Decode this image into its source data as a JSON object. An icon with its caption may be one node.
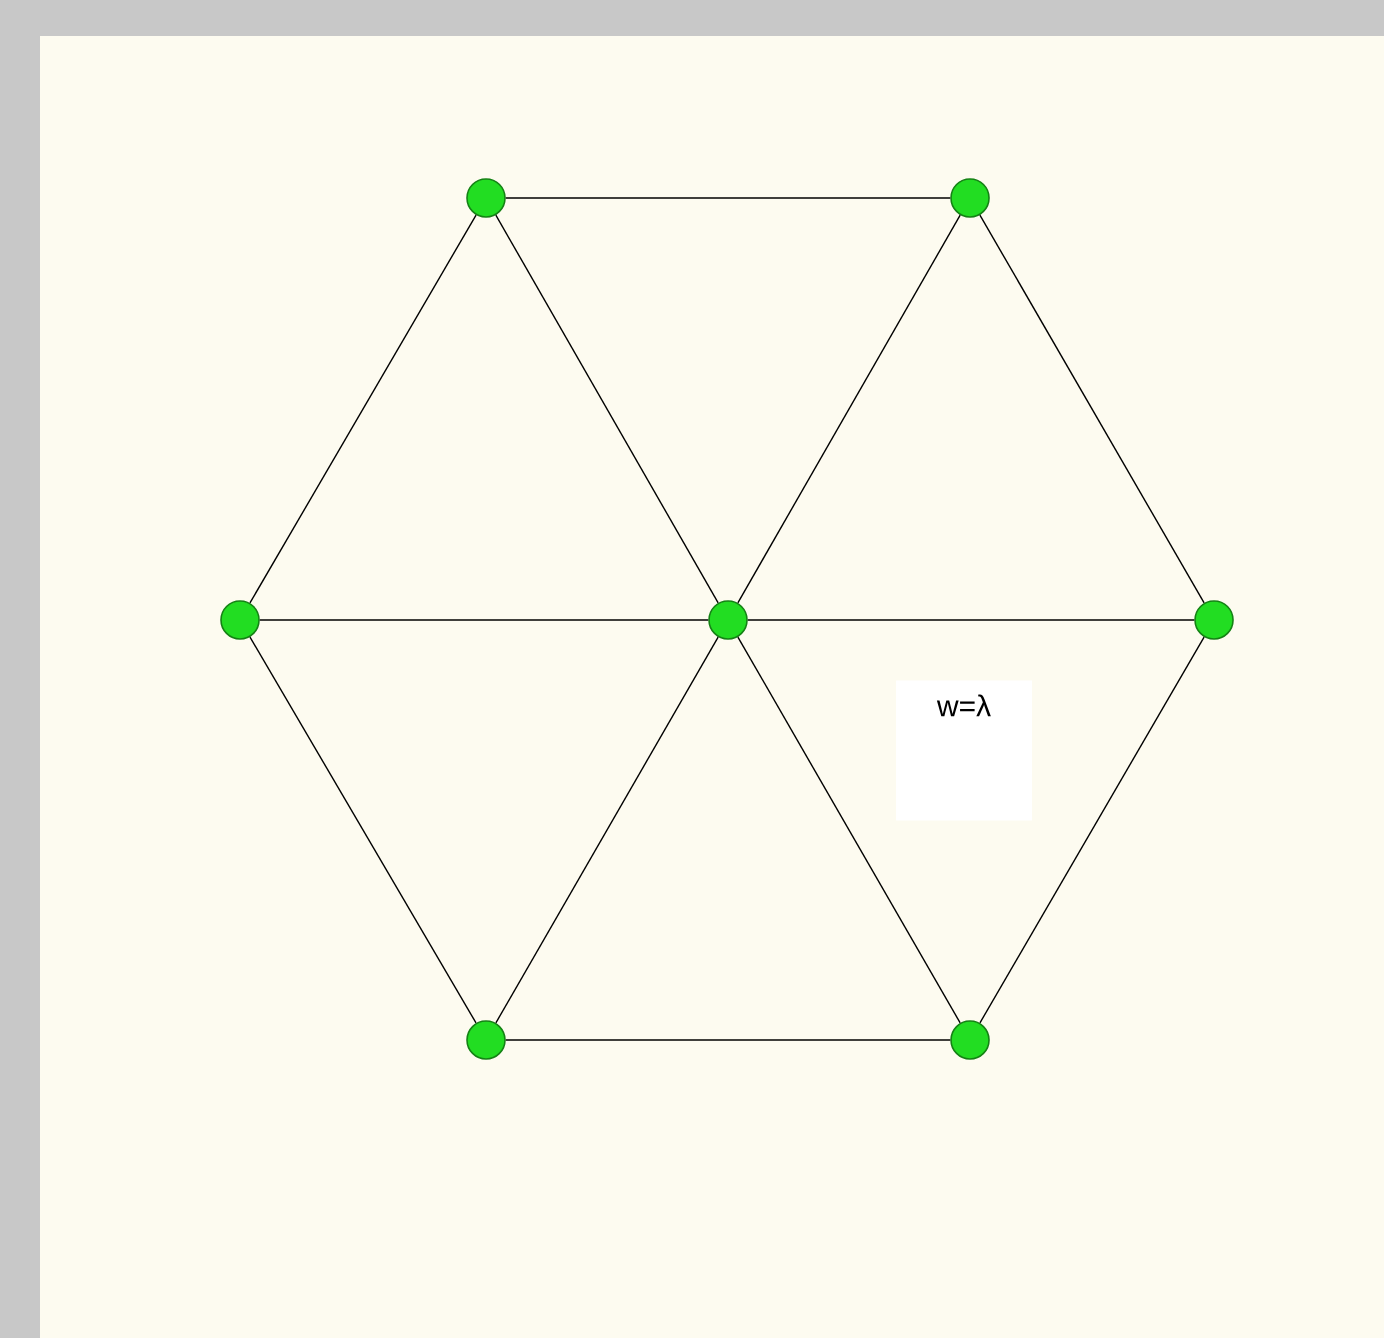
{
  "diagram": {
    "nodes": [
      {
        "text": [],
        "shape": "circle"
      },
      {
        "text": [],
        "shape": "circle"
      },
      {
        "text": [],
        "shape": "circle"
      },
      {
        "text": [],
        "shape": "circle"
      },
      {
        "text": [],
        "shape": "circle"
      },
      {
        "text": [],
        "shape": "circle"
      },
      {
        "text": [],
        "shape": "circle"
      }
    ],
    "edges": [
      {
        "from": 0,
        "to": 1,
        "arrow": "none"
      },
      {
        "from": 0,
        "to": 2,
        "arrow": "none"
      },
      {
        "from": 0,
        "to": 3,
        "arrow": "none"
      },
      {
        "from": 1,
        "to": 3,
        "arrow": "none"
      },
      {
        "from": 1,
        "to": 4,
        "arrow": "none"
      },
      {
        "from": 2,
        "to": 3,
        "arrow": "none"
      },
      {
        "from": 3,
        "to": 4,
        "arrow": "none"
      },
      {
        "from": 2,
        "to": 5,
        "arrow": "none"
      },
      {
        "from": 3,
        "to": 5,
        "arrow": "none"
      },
      {
        "from": 3,
        "to": 6,
        "arrow": "none"
      },
      {
        "from": 4,
        "to": 6,
        "arrow": "none"
      },
      {
        "from": 5,
        "to": 6,
        "arrow": "none"
      }
    ],
    "labels": [
      "w=λ"
    ]
  }
}
